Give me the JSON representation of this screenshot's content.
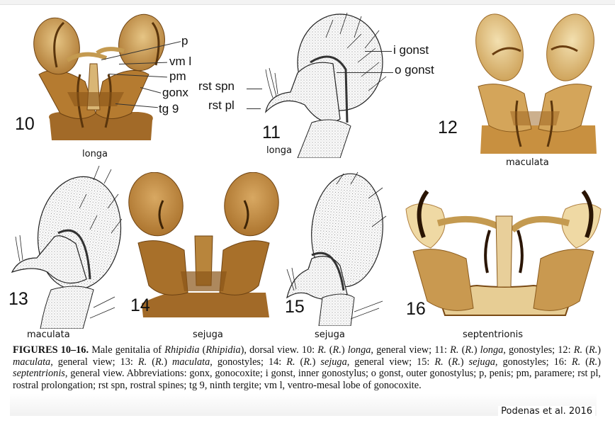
{
  "figure": {
    "panels": [
      {
        "number": "10",
        "species": "longa",
        "style": "photo",
        "view": "general view"
      },
      {
        "number": "11",
        "species": "longa",
        "style": "drawing",
        "view": "gonostyles"
      },
      {
        "number": "12",
        "species": "maculata",
        "style": "photo",
        "view": "general view"
      },
      {
        "number": "13",
        "species": "maculata",
        "style": "drawing",
        "view": "gonostyles"
      },
      {
        "number": "14",
        "species": "sejuga",
        "style": "photo",
        "view": "general view"
      },
      {
        "number": "15",
        "species": "sejuga",
        "style": "drawing",
        "view": "gonostyles"
      },
      {
        "number": "16",
        "species": "septentrionis",
        "style": "photo",
        "view": "general view"
      }
    ],
    "labels_fig10": [
      "p",
      "vm l",
      "pm",
      "gonx",
      "tg 9"
    ],
    "labels_fig11_left": [
      "rst spn",
      "rst pl"
    ],
    "labels_fig11_right": [
      "i gonst",
      "o gonst"
    ]
  },
  "caption": {
    "heading": "FIGURES 10–16.",
    "segments": [
      {
        "t": " Male genitalia of ",
        "i": false
      },
      {
        "t": "Rhipidia",
        "i": true
      },
      {
        "t": " (",
        "i": false
      },
      {
        "t": "Rhipidia",
        "i": true
      },
      {
        "t": "), dorsal view. 10: ",
        "i": false
      },
      {
        "t": "R.",
        "i": true
      },
      {
        "t": " (",
        "i": false
      },
      {
        "t": "R.",
        "i": true
      },
      {
        "t": ") ",
        "i": false
      },
      {
        "t": "longa",
        "i": true
      },
      {
        "t": ", general view; 11: ",
        "i": false
      },
      {
        "t": "R.",
        "i": true
      },
      {
        "t": " (",
        "i": false
      },
      {
        "t": "R.",
        "i": true
      },
      {
        "t": ") ",
        "i": false
      },
      {
        "t": "longa",
        "i": true
      },
      {
        "t": ", gonostyles; 12: ",
        "i": false
      },
      {
        "t": "R.",
        "i": true
      },
      {
        "t": " (",
        "i": false
      },
      {
        "t": "R.",
        "i": true
      },
      {
        "t": ") ",
        "i": false
      },
      {
        "t": "maculata",
        "i": true
      },
      {
        "t": ", general view; 13: ",
        "i": false
      },
      {
        "t": "R.",
        "i": true
      },
      {
        "t": " (",
        "i": false
      },
      {
        "t": "R.",
        "i": true
      },
      {
        "t": ") ",
        "i": false
      },
      {
        "t": "maculata",
        "i": true
      },
      {
        "t": ", gonostyles; 14: ",
        "i": false
      },
      {
        "t": "R.",
        "i": true
      },
      {
        "t": " (",
        "i": false
      },
      {
        "t": "R.",
        "i": true
      },
      {
        "t": ") ",
        "i": false
      },
      {
        "t": "sejuga",
        "i": true
      },
      {
        "t": ", general view; 15: ",
        "i": false
      },
      {
        "t": "R.",
        "i": true
      },
      {
        "t": " (",
        "i": false
      },
      {
        "t": "R.",
        "i": true
      },
      {
        "t": ") ",
        "i": false
      },
      {
        "t": "sejuga",
        "i": true
      },
      {
        "t": ", gonostyles; 16: ",
        "i": false
      },
      {
        "t": "R.",
        "i": true
      },
      {
        "t": " (",
        "i": false
      },
      {
        "t": "R.",
        "i": true
      },
      {
        "t": ") ",
        "i": false
      },
      {
        "t": "septentrionis",
        "i": true
      },
      {
        "t": ", general view. Abbreviations: gonx, gonocoxite; i gonst, inner gonostylus; o gonst, outer gonostylus; p, penis; pm, paramere; rst pl, rostral prolongation; rst spn, rostral spines; tg 9, ninth tergite; vm l, ventro-mesal lobe of gonocoxite.",
        "i": false
      }
    ]
  },
  "credit": "Podenas et al. 2016",
  "colors": {
    "specimen_dark": "#7a4a14",
    "specimen_mid": "#b07a2c",
    "specimen_light": "#dcb36a",
    "specimen_pale": "#efd9a4",
    "drawing_ink": "#222222"
  }
}
